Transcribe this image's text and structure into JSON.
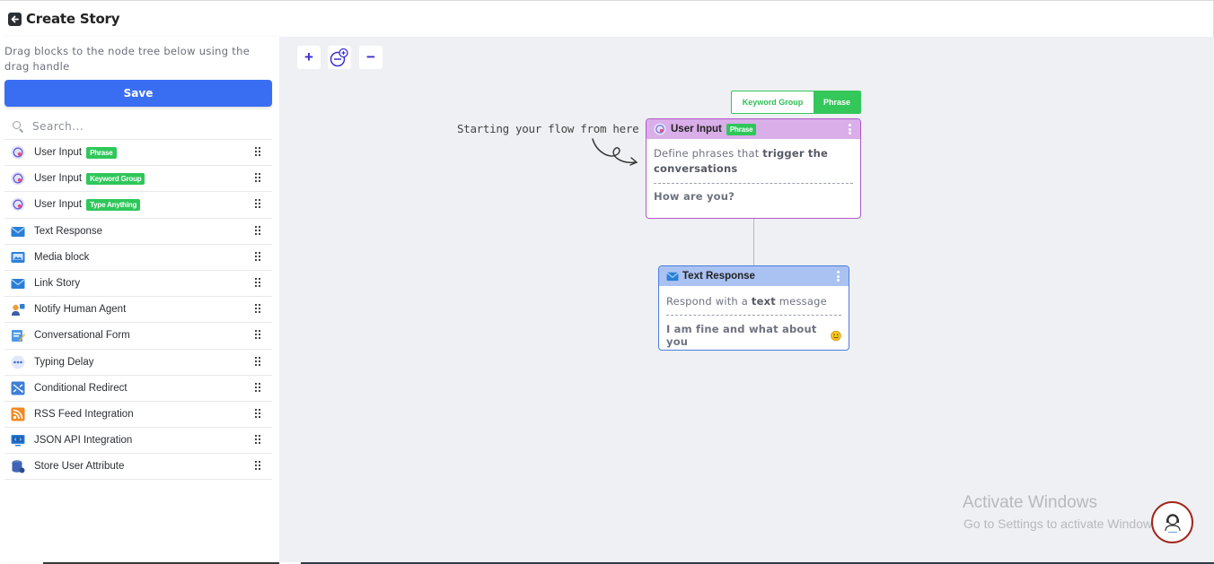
{
  "header": {
    "title": "Create Story"
  },
  "sidebar": {
    "hint": "Drag blocks to the node tree below using the drag handle",
    "save_label": "Save",
    "search_placeholder": "Search...",
    "blocks": [
      {
        "label": "User Input",
        "tag": "Phrase",
        "icon": "user-input-icon"
      },
      {
        "label": "User Input",
        "tag": "Keyword Group",
        "icon": "user-input-icon"
      },
      {
        "label": "User Input",
        "tag": "Type Anything",
        "icon": "user-input-icon"
      },
      {
        "label": "Text Response",
        "tag": "",
        "icon": "envelope-icon"
      },
      {
        "label": "Media block",
        "tag": "",
        "icon": "media-icon"
      },
      {
        "label": "Link Story",
        "tag": "",
        "icon": "link-envelope-icon"
      },
      {
        "label": "Notify Human Agent",
        "tag": "",
        "icon": "agent-icon"
      },
      {
        "label": "Conversational Form",
        "tag": "",
        "icon": "form-icon"
      },
      {
        "label": "Typing Delay",
        "tag": "",
        "icon": "typing-dots-icon"
      },
      {
        "label": "Conditional Redirect",
        "tag": "",
        "icon": "redirect-icon"
      },
      {
        "label": "RSS Feed Integration",
        "tag": "",
        "icon": "rss-icon"
      },
      {
        "label": "JSON API Integration",
        "tag": "",
        "icon": "api-monitor-icon"
      },
      {
        "label": "Store User Attribute",
        "tag": "",
        "icon": "database-icon"
      }
    ]
  },
  "canvas": {
    "zoom_in": "+",
    "zoom_out": "−",
    "toggle": {
      "option1": "Keyword Group",
      "option2": "Phrase",
      "active": "Phrase"
    },
    "start_hint": "Starting your flow from here",
    "node_user_input": {
      "title": "User Input",
      "tag": "Phrase",
      "desc_plain": "Define phrases that ",
      "desc_bold": "trigger the conversations",
      "value": "How are you?"
    },
    "node_text_response": {
      "title": "Text Response",
      "desc_plain1": "Respond with a ",
      "desc_bold": "text",
      "desc_plain2": " message",
      "value": "I am fine and what about you"
    }
  },
  "watermark": {
    "title": "Activate Windows",
    "subtitle": "Go to Settings to activate Windows."
  },
  "colors": {
    "save": "#3a6ef2",
    "tag": "#2ec75a",
    "user_input_node": "#d4a6e8",
    "text_response_node": "#a8bff0",
    "zoom": "#3b2fd1"
  }
}
